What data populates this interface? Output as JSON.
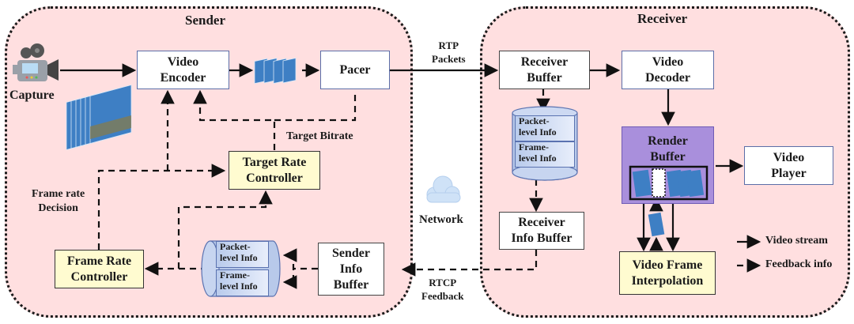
{
  "sender": {
    "title": "Sender",
    "capture_label": "Capture",
    "video_encoder": "Video\nEncoder",
    "pacer": "Pacer",
    "target_bitrate_label": "Target Bitrate",
    "target_rate_controller": "Target Rate\nController",
    "frame_rate_decision_label": "Frame rate\nDecision",
    "frame_rate_controller": "Frame Rate\nController",
    "sender_info_buffer": "Sender\nInfo\nBuffer",
    "db_packet": "Packet-\nlevel Info",
    "db_frame": "Frame-\nlevel Info"
  },
  "network": {
    "label": "Network",
    "rtp_label": "RTP\nPackets",
    "rtcp_label": "RTCP\nFeedback"
  },
  "receiver": {
    "title": "Receiver",
    "receiver_buffer": "Receiver\nBuffer",
    "video_decoder": "Video\nDecoder",
    "render_buffer": "Render\nBuffer",
    "video_player": "Video\nPlayer",
    "receiver_info_buffer": "Receiver\nInfo Buffer",
    "video_frame_interpolation": "Video Frame\nInterpolation",
    "db_packet": "Packet-\nlevel Info",
    "db_frame": "Frame-\nlevel Info"
  },
  "legend": {
    "video_stream": "Video stream",
    "feedback_info": "Feedback info"
  }
}
